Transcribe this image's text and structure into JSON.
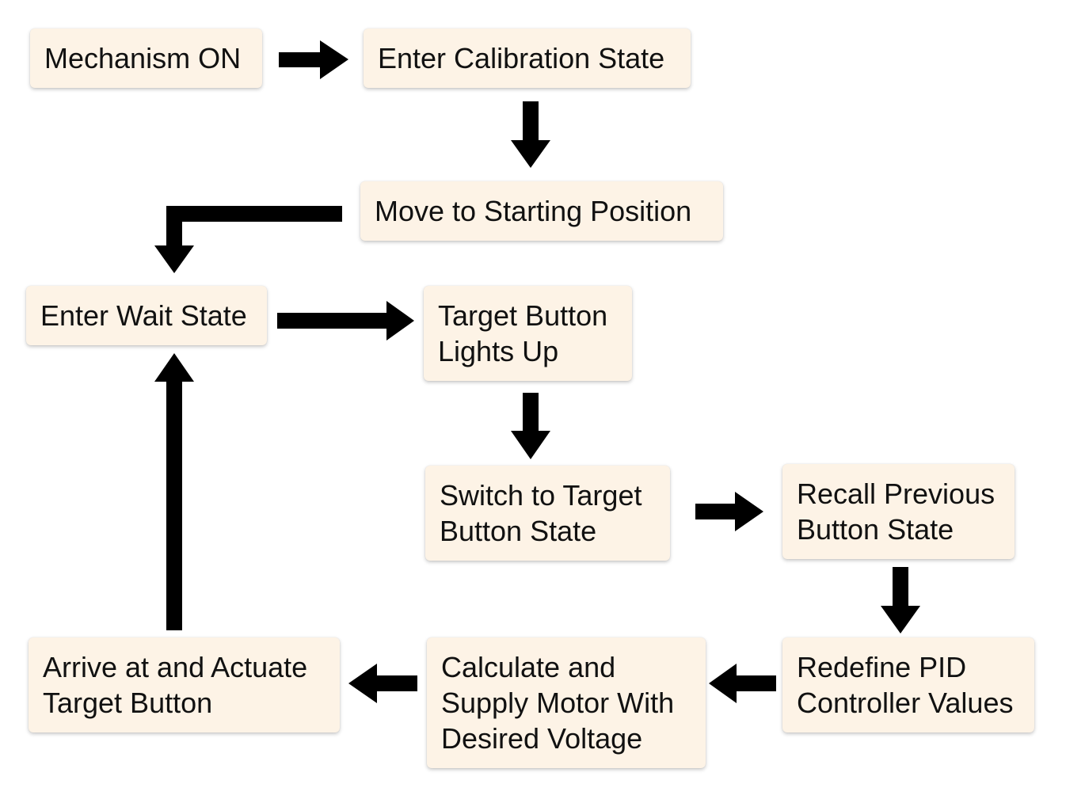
{
  "diagram": {
    "nodes": [
      {
        "id": "mechanism-on",
        "lines": [
          "Mechanism ON"
        ]
      },
      {
        "id": "calibration",
        "lines": [
          "Enter Calibration State"
        ]
      },
      {
        "id": "move-start",
        "lines": [
          "Move to Starting Position"
        ]
      },
      {
        "id": "wait",
        "lines": [
          "Enter Wait State"
        ]
      },
      {
        "id": "target-lights",
        "lines": [
          "Target Button",
          "Lights Up"
        ]
      },
      {
        "id": "switch-target",
        "lines": [
          "Switch to Target",
          "Button State"
        ]
      },
      {
        "id": "recall",
        "lines": [
          "Recall Previous",
          "Button State"
        ]
      },
      {
        "id": "redefine-pid",
        "lines": [
          "Redefine PID",
          "Controller Values"
        ]
      },
      {
        "id": "calculate",
        "lines": [
          "Calculate and",
          "Supply Motor With",
          "Desired Voltage"
        ]
      },
      {
        "id": "arrive",
        "lines": [
          "Arrive at and Actuate",
          "Target Button"
        ]
      }
    ],
    "edges": [
      {
        "from": "mechanism-on",
        "to": "calibration"
      },
      {
        "from": "calibration",
        "to": "move-start"
      },
      {
        "from": "move-start",
        "to": "wait"
      },
      {
        "from": "wait",
        "to": "target-lights"
      },
      {
        "from": "target-lights",
        "to": "switch-target"
      },
      {
        "from": "switch-target",
        "to": "recall"
      },
      {
        "from": "recall",
        "to": "redefine-pid"
      },
      {
        "from": "redefine-pid",
        "to": "calculate"
      },
      {
        "from": "calculate",
        "to": "arrive"
      },
      {
        "from": "arrive",
        "to": "wait"
      }
    ],
    "colors": {
      "node_fill": "#fdf3e6",
      "arrow": "#000000",
      "text": "#111111"
    }
  }
}
